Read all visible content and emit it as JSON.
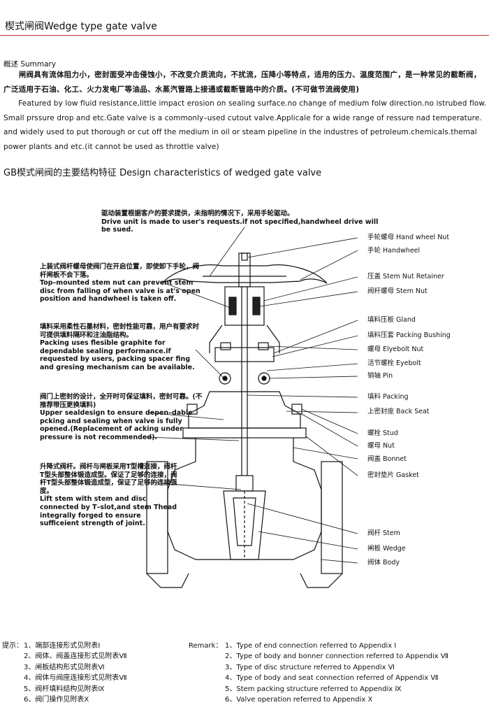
{
  "header": {
    "title": "楔式闸阀Wedge type gate valve"
  },
  "summary": {
    "heading": "概述 Summary",
    "cn": "　　闸阀具有流体阻力小，密封面受冲击侵蚀小，不改变介质流向，不扰流，压降小等特点，适用的压力、温度范围广，是一种常见的截断阀，广泛适用于石油、化工、火力发电厂等油品、水蒸汽管路上接通或截断管路中的介质。(不可做节流阀使用)",
    "en": "　　Featured by low fluid resistance,little impact erosion on sealing surface.no change of medium folw direction.no istrubed flow. Small prssure drop and etc.Gate valve is a commonly–used cutout valve.Applicale for a wide range of ressure nad temperature. and widely used to put thorough or cut off the medium in oil or steam pipeline in the industres of petroleum.chemicals.themal power plants and etc.(it cannot be used as throttle valve)"
  },
  "design": {
    "title": "GB楔式闸阀的主要结构特征 Design characteristics of wedged gate valve",
    "top_note_cn": "驱动装置根据客户的要求提供，未指明的情况下，采用手轮驱动。",
    "top_note_en": "Drive unit is made to user's requests.if not specified,handwheel drive will be sued.",
    "left_notes": [
      "上装式阀杆螺母使阀门在开启位置，即使卸下手轮，阀杆闸板不会下落。\nTop–mounted stem nut can prevent stem disc from falling of when valve is at's open position and handwheel is taken off.",
      "填料采用柔性石墨材料，密封性能可靠，用户有要求时可提供填料隔环和注油脂结构。\nPacking uses flesible graphite for dependable sealing performance.if requested by users, packing spacer fing and gresing mechanism can be available.",
      "阀门上密封的设计，全开时可保证填料，密封可靠。(不推荐带压更换填料)\nUpper sealdesign to ensure depen–dable pcking and sealing when valve is fully opened.(Replacement of acking under pressure is not recommended).",
      "升降式阀杆。阀杆与闸板采用T型槽连接，阀杆T型头部整体锻造成型。保证了足够的连接，阀杆T型头部整体锻造成型，保证了足够的连接强度。\nLift stem with stem and disc connected by T–slot,and stem Thead integrally forged to ensure sufficeient strength of joint."
    ],
    "parts": [
      "手轮螺母 Hand wheel Nut",
      "手轮 Handwheel",
      "压盖 Stem Nut Retainer",
      "阀杆螺母 Stem Nut",
      "填料压板 Gland",
      "填料压套 Packing Bushing",
      "螺母 Elyebolt Nut",
      "活节螺栓 Eyebolt",
      "销轴 Pin",
      "填料 Packing",
      "上密封座 Back Seat",
      "螺栓 Stud",
      "螺母 Nut",
      "阀盖 Bonnet",
      "密封垫片 Gasket",
      "阀杆 Stem",
      "闸板 Wedge",
      "阀体 Body"
    ]
  },
  "remarks": {
    "cn_label": "提示：",
    "en_label": "Remark：",
    "cn": [
      "1、端部连接形式见附表Ⅰ",
      "2、阀体、阀盖连接形式见附表Ⅶ",
      "3、闸板结构形式见附表Ⅵ",
      "4、阀体与阀座连接形式见附表Ⅶ",
      "5、阀杆填料结构见附表Ⅸ",
      "6、阀门操作见附表Ⅹ"
    ],
    "en": [
      "1、Type of end connection referred to Appendix Ⅰ",
      "2、Type of body and bonner connection referred to Appendix Ⅶ",
      "3、Type of disc structure referred to Appendix Ⅵ",
      "4、Type of body and seat connection referred of Appendix Ⅶ",
      "5、Stem packing structure referred to Appendix Ⅸ",
      "6、Valve operation referred to Appendix Ⅹ"
    ]
  }
}
